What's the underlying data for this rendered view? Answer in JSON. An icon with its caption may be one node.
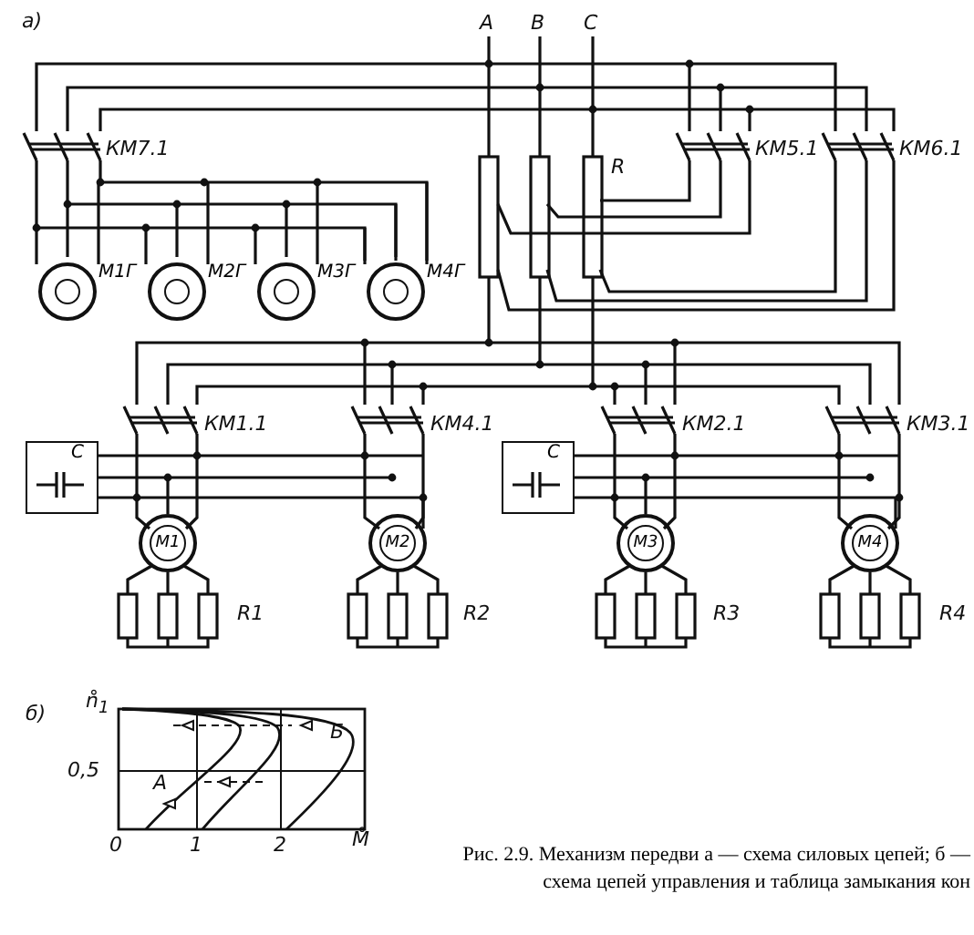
{
  "diagram": {
    "caption": "Рис. 2.9. Механизм передви а — схема силовых цепей; б — схема цепей управления и таблица замыкания кон",
    "nodes": [
      {
        "text": [
          "М1Г"
        ]
      },
      {
        "text": [
          "М2Г"
        ]
      },
      {
        "text": [
          "М3Г"
        ]
      },
      {
        "text": [
          "М4Г"
        ]
      },
      {
        "text": [
          "С"
        ]
      },
      {
        "text": [
          "М1"
        ]
      },
      {
        "text": [
          "М2"
        ]
      },
      {
        "text": [
          "С"
        ]
      },
      {
        "text": [
          "М3"
        ]
      },
      {
        "text": [
          "М4"
        ]
      }
    ],
    "edges": [
      {
        "from": 4,
        "to": 5,
        "arrow": "none"
      },
      {
        "from": 4,
        "to": 6,
        "arrow": "none"
      },
      {
        "from": 7,
        "to": 8,
        "arrow": "none"
      },
      {
        "from": 7,
        "to": 9,
        "arrow": "none"
      }
    ],
    "labels": [
      "а)",
      "А",
      "В",
      "С",
      "КМ7.1",
      "КМ5.1",
      "КМ6.1",
      "R",
      "КМ1.1",
      "КМ4.1",
      "КМ2.1",
      "КМ3.1",
      "R1",
      "R2",
      "R3",
      "R4",
      "б)",
      "n̊$_{1}$",
      "0,5",
      "А",
      "Б",
      "0",
      "1",
      "2",
      "M̊"
    ]
  }
}
